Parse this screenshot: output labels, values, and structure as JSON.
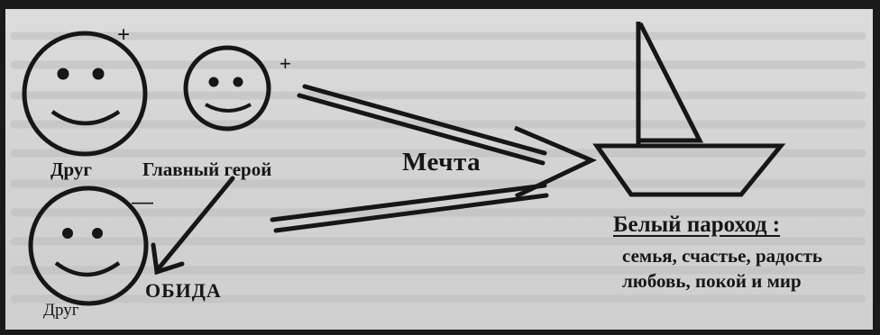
{
  "labels": {
    "friend_top": "Друг",
    "hero": "Главный герой",
    "dream": "Мечта",
    "friend_bottom": "Друг",
    "offense": "ОБИДА",
    "ship_title": "Белый пароход :",
    "values_line1": "семья, счастье, радость",
    "values_line2": "любовь, покой и мир"
  },
  "signs": {
    "friend_top": "+",
    "hero": "+",
    "friend_bottom": "—"
  },
  "colors": {
    "ink": "#161616",
    "paper": "#d6d6d6",
    "frame": "#1a1a1a"
  }
}
